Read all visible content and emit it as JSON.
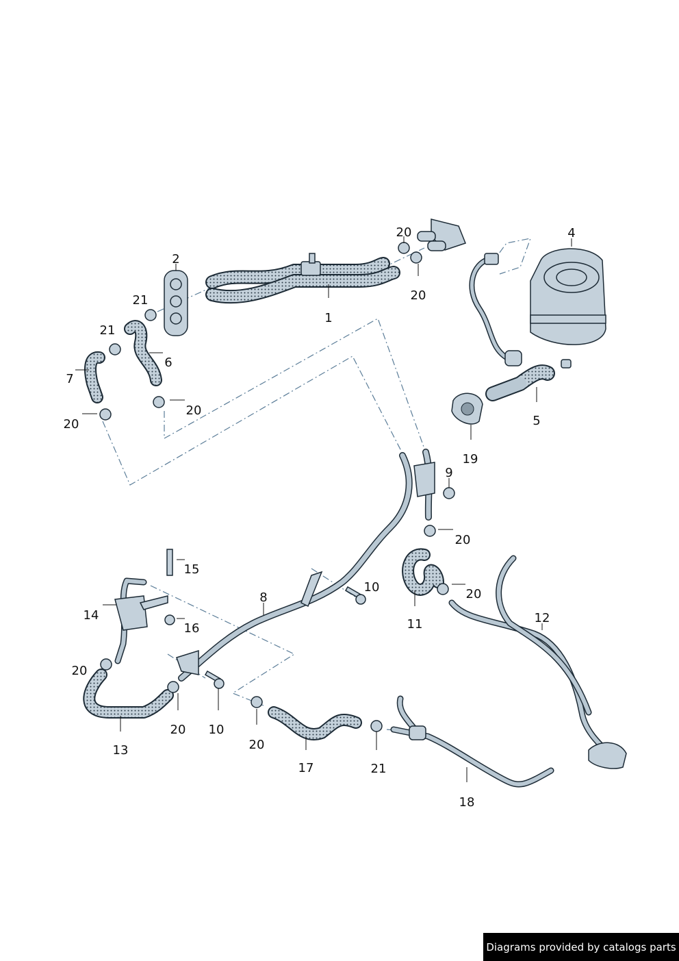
{
  "diagram": {
    "callouts": {
      "c1": "1",
      "c2": "2",
      "c4": "4",
      "c5": "5",
      "c6": "6",
      "c7": "7",
      "c8": "8",
      "c9": "9",
      "c10a": "10",
      "c10b": "10",
      "c11": "11",
      "c12": "12",
      "c13": "13",
      "c14": "14",
      "c15": "15",
      "c16": "16",
      "c17": "17",
      "c18": "18",
      "c19": "19",
      "c20a": "20",
      "c20b": "20",
      "c20c": "20",
      "c20d": "20",
      "c20e": "20",
      "c20f": "20",
      "c20g": "20",
      "c20h": "20",
      "c20i": "20",
      "c21a": "21",
      "c21b": "21",
      "c21c": "21"
    }
  },
  "footer": {
    "credit": "Diagrams provided by catalogs parts"
  },
  "colors": {
    "part_fill": "#c4d1db",
    "outline": "#1d2b36",
    "dash_line": "#5b7d98"
  }
}
